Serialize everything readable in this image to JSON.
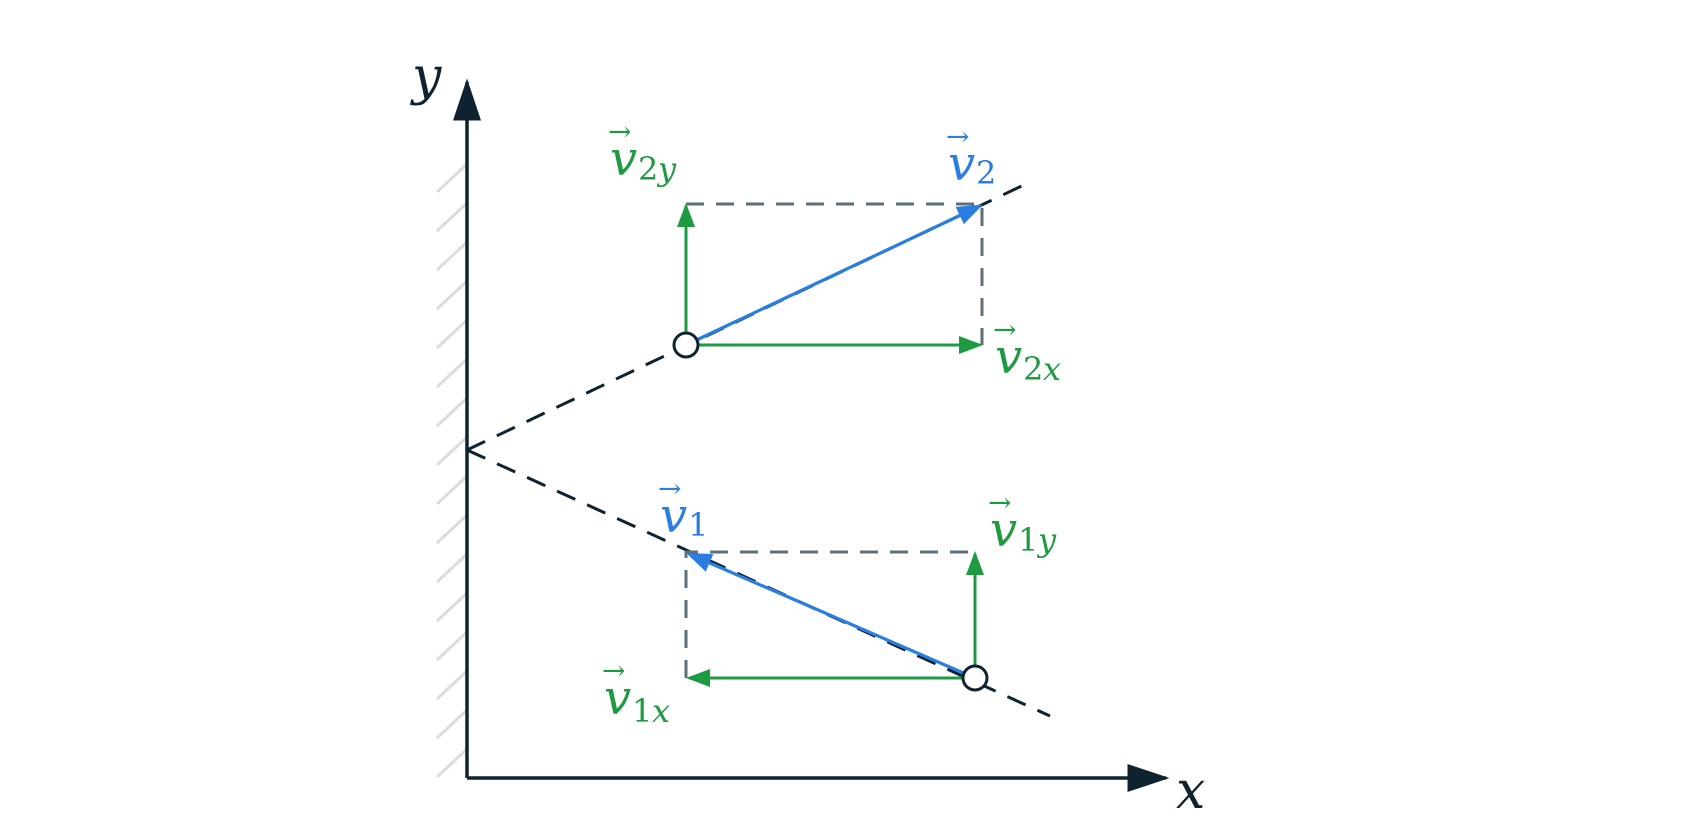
{
  "axes": {
    "x_label": "x",
    "y_label": "y"
  },
  "vectors": {
    "v1": {
      "symbol": "v",
      "sub_num": "1",
      "sub_axis": ""
    },
    "v1x": {
      "symbol": "v",
      "sub_num": "1",
      "sub_axis": "x"
    },
    "v1y": {
      "symbol": "v",
      "sub_num": "1",
      "sub_axis": "y"
    },
    "v2": {
      "symbol": "v",
      "sub_num": "2",
      "sub_axis": ""
    },
    "v2x": {
      "symbol": "v",
      "sub_num": "2",
      "sub_axis": "x"
    },
    "v2y": {
      "symbol": "v",
      "sub_num": "2",
      "sub_axis": "y"
    }
  },
  "colors": {
    "axis": "#0f2230",
    "velocity": "#2a7de1",
    "component": "#1e9a43",
    "guide": "#5f6f7a",
    "path": "#0f2230",
    "hatch": "#dcdcdc"
  }
}
